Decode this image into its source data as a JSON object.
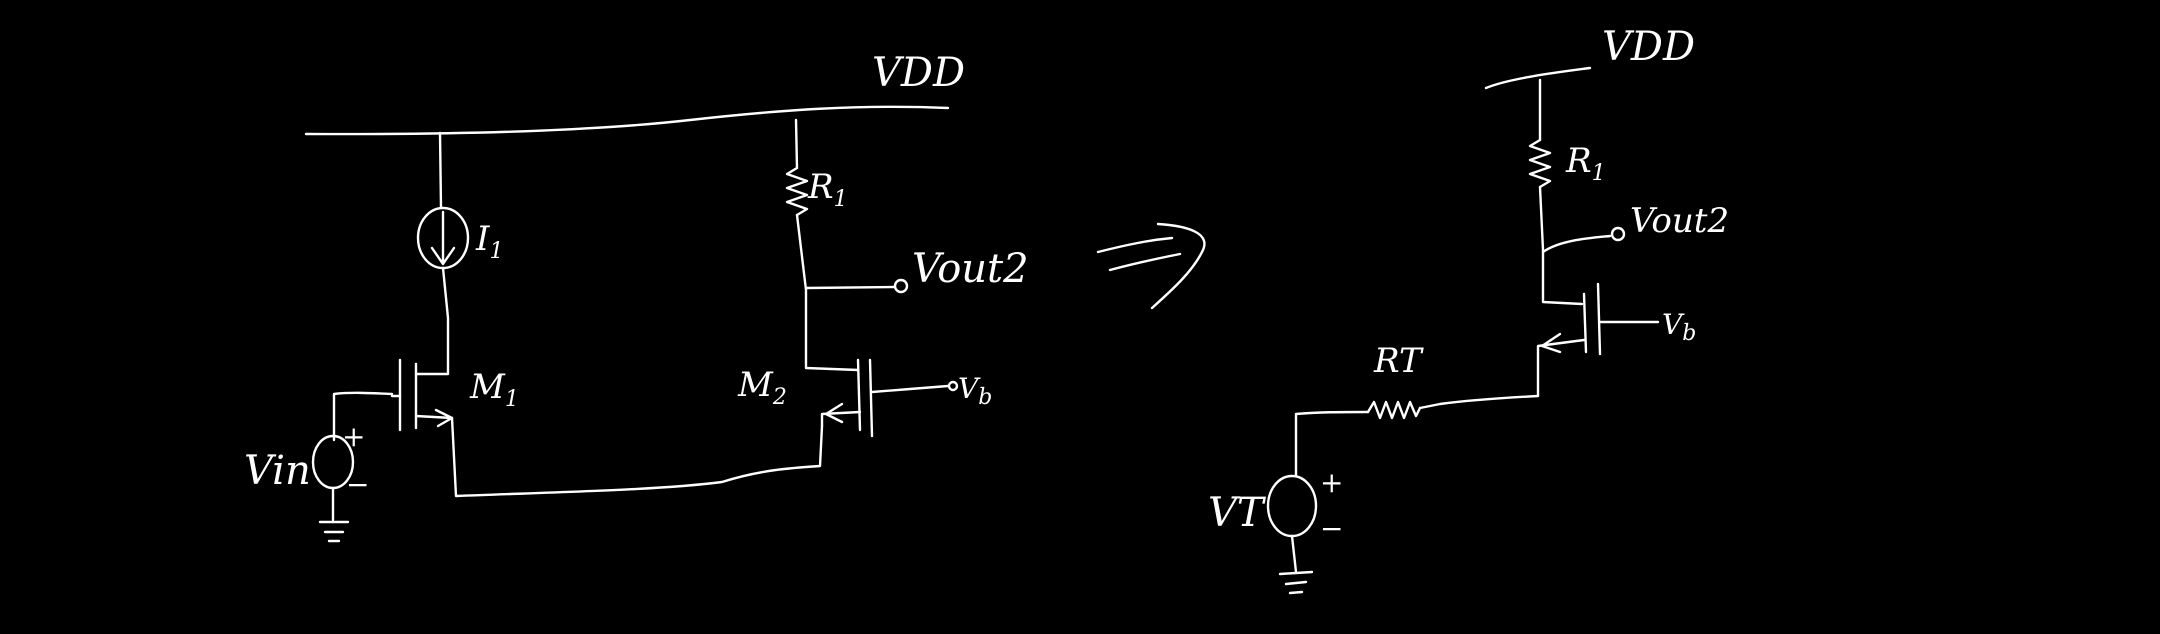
{
  "colors": {
    "background": "#000000",
    "ink": "#ffffff"
  },
  "left_circuit": {
    "vdd_label": "VDD",
    "current_source_label": "I",
    "current_source_sub": "1",
    "resistor_label": "R",
    "resistor_sub": "1",
    "output_label": "Vout2",
    "transistor_m1_label": "M",
    "transistor_m1_sub": "1",
    "transistor_m2_label": "M",
    "transistor_m2_sub": "2",
    "bias_label": "V",
    "bias_sub": "b",
    "input_source_label": "Vin",
    "plus_sign": "+",
    "minus_sign": "−"
  },
  "equivalent_arrow": "⇒",
  "right_circuit": {
    "vdd_label": "VDD",
    "resistor_label": "R",
    "resistor_sub": "1",
    "output_label": "Vout2",
    "bias_label": "V",
    "bias_sub": "b",
    "thevenin_resistor_label": "RT",
    "thevenin_source_label": "VT",
    "plus_sign": "+",
    "minus_sign": "−"
  }
}
